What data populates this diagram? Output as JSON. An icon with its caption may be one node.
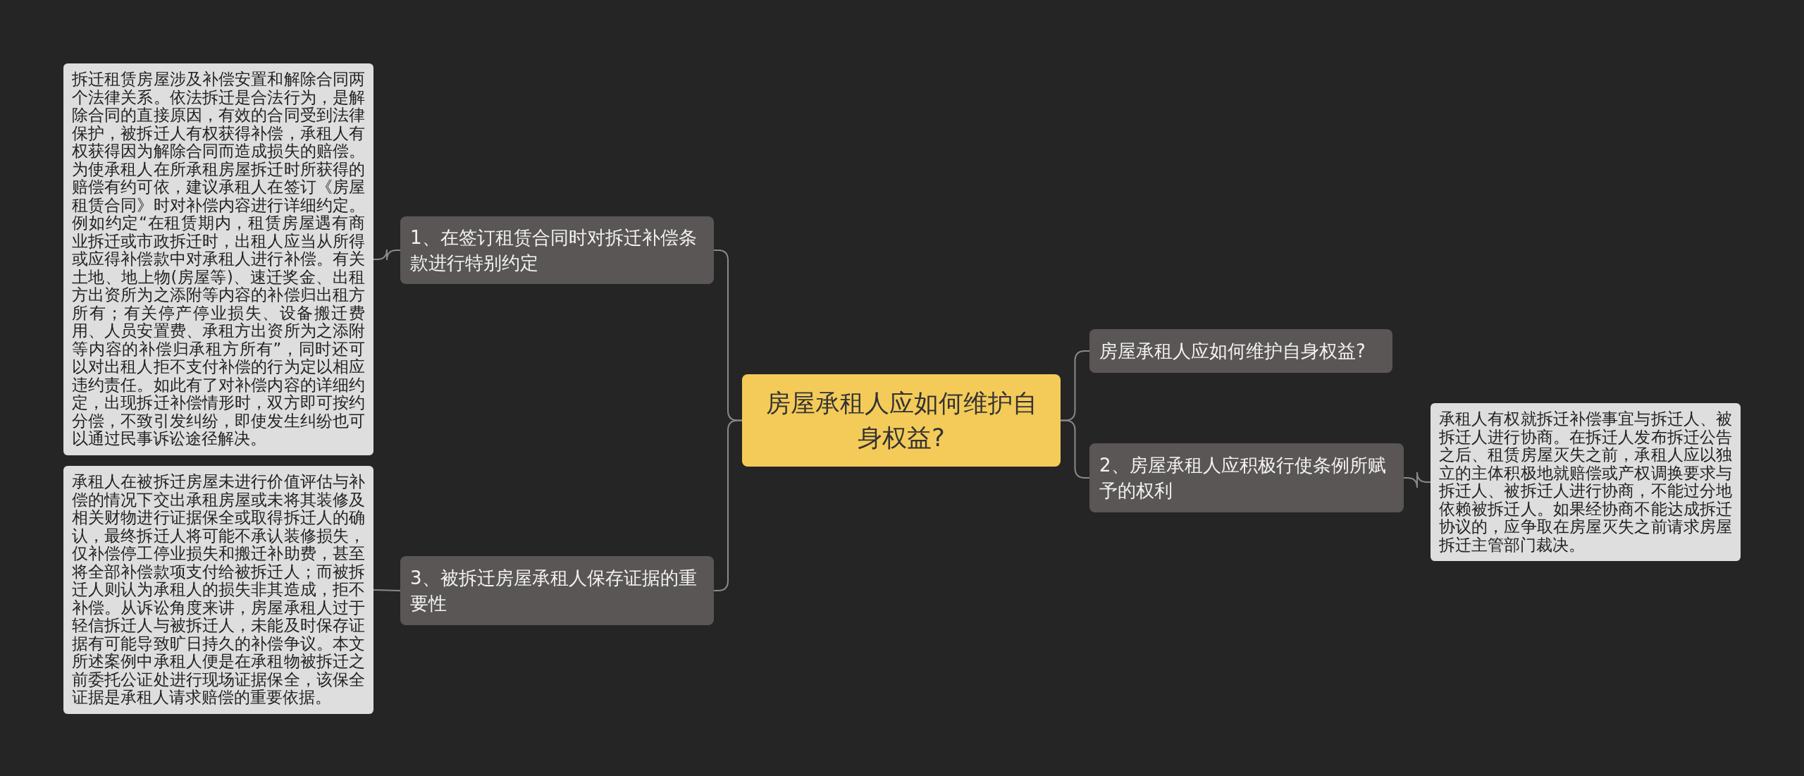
{
  "diagram": {
    "nodes": [
      {
        "text": [
          "房屋承租人应如何维护自身权益?"
        ]
      },
      {
        "text": [
          "1、在签订租赁合同时对拆迁补偿条款进行特别约定"
        ]
      },
      {
        "text": [
          "拆迁租赁房屋涉及补偿安置和解除合同两个法律关系。依法拆迁是合法行为，是解除合同的直接原因，有效的合同受到法律保护，被拆迁人有权获得补偿，承租人有权获得因为解除合同而造成损失的赔偿。为使承租人在所承租房屋拆迁时所获得的赔偿有约可依，建议承租人在签订《房屋租赁合同》时对补偿内容进行详细约定。例如约定“在租赁期内，租赁房屋遇有商业拆迁或市政拆迁时，出租人应当从所得或应得补偿款中对承租人进行补偿。有关土地、地上物(房屋等)、速迁奖金、出租方出资所为之添附等内容的补偿归出租方所有；有关停产停业损失、设备搬迁费用、人员安置费、承租方出资所为之添附等内容的补偿归承租方所有”，同时还可以对出租人拒不支付补偿的行为定以相应违约责任。如此有了对补偿内容的详细约定，出现拆迁补偿情形时，双方即可按约分偿，不致引发纠纷，即使发生纠纷也可以通过民事诉讼途径解决。"
        ]
      },
      {
        "text": [
          "3、被拆迁房屋承租人保存证据的重要性"
        ]
      },
      {
        "text": [
          "承租人在被拆迁房屋未进行价值评估与补偿的情况下交出承租房屋或未将其装修及相关财物进行证据保全或取得拆迁人的确认，最终拆迁人将可能不承认装修损失，仅补偿停工停业损失和搬迁补助费，甚至将全部补偿款项支付给被拆迁人；而被拆迁人则认为承租人的损失非其造成，拒不补偿。从诉讼角度来讲，房屋承租人过于轻信拆迁人与被拆迁人，未能及时保存证据有可能导致旷日持久的补偿争议。本文所述案例中承租人便是在承租物被拆迁之前委托公证处进行现场证据保全，该保全证据是承租人请求赔偿的重要依据。"
        ]
      },
      {
        "text": [
          "房屋承租人应如何维护自身权益?"
        ]
      },
      {
        "text": [
          "2、房屋承租人应积极行使条例所赋予的权利"
        ]
      },
      {
        "text": [
          "承租人有权就拆迁补偿事宜与拆迁人、被拆迁人进行协商。在拆迁人发布拆迁公告之后、租赁房屋灭失之前，承租人应以独立的主体积极地就赔偿或产权调换要求与拆迁人、被拆迁人进行协商，不能过分地依赖被拆迁人。如果经协商不能达成拆迁协议的，应争取在房屋灭失之前请求房屋拆迁主管部门裁决。"
        ]
      }
    ],
    "edges": [
      {
        "from": 0,
        "to": 1,
        "arrow": "none"
      },
      {
        "from": 1,
        "to": 2,
        "arrow": "none"
      },
      {
        "from": 0,
        "to": 3,
        "arrow": "none"
      },
      {
        "from": 3,
        "to": 4,
        "arrow": "none"
      },
      {
        "from": 0,
        "to": 5,
        "arrow": "none"
      },
      {
        "from": 0,
        "to": 6,
        "arrow": "none"
      },
      {
        "from": 6,
        "to": 7,
        "arrow": "none"
      }
    ]
  }
}
